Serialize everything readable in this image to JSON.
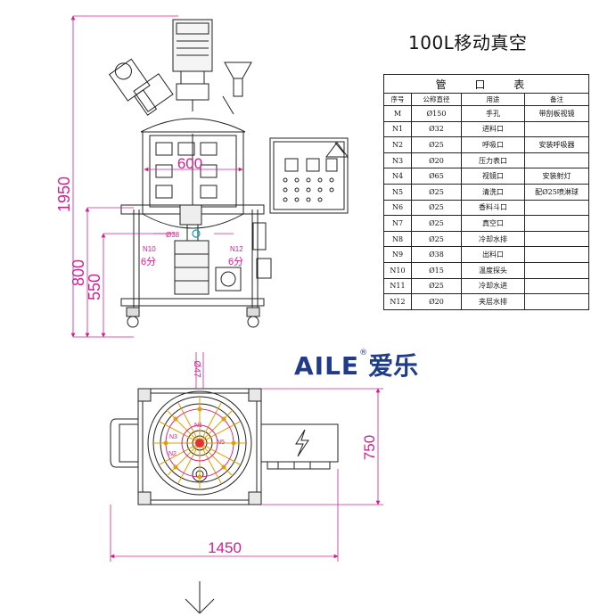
{
  "title": "100L移动真空",
  "table": {
    "caption": "管 口 表",
    "headers": [
      "序号",
      "公称直径",
      "用途",
      "备注"
    ],
    "rows": [
      [
        "M",
        "Ø150",
        "手孔",
        "带刮板视镜"
      ],
      [
        "N1",
        "Ø32",
        "进料口",
        ""
      ],
      [
        "N2",
        "Ø25",
        "呼吸口",
        "安装呼吸器"
      ],
      [
        "N3",
        "Ø20",
        "压力表口",
        ""
      ],
      [
        "N4",
        "Ø65",
        "视镜口",
        "安装射灯"
      ],
      [
        "N5",
        "Ø25",
        "清洗口",
        "配Ø25喷淋球"
      ],
      [
        "N6",
        "Ø25",
        "香料斗口",
        ""
      ],
      [
        "N7",
        "Ø25",
        "真空口",
        ""
      ],
      [
        "N8",
        "Ø25",
        "冷却水排",
        ""
      ],
      [
        "N9",
        "Ø38",
        "出料口",
        ""
      ],
      [
        "N10",
        "Ø15",
        "温度探头",
        ""
      ],
      [
        "N11",
        "Ø25",
        "冷却水进",
        ""
      ],
      [
        "N12",
        "Ø20",
        "夹层水排",
        ""
      ]
    ]
  },
  "logo": {
    "latin": "AILE",
    "registered": "®",
    "chinese": "爱乐",
    "color": "#1f3b8a"
  },
  "dimensions": {
    "height_total": "1950",
    "height_frame": "800",
    "height_outlet": "550",
    "vessel_diameter": "600",
    "plan_depth": "750",
    "plan_width": "1450",
    "nozzle_label": "Ø47"
  },
  "nozzle_labels": {
    "front_left": "N10",
    "front_left_sub": "6分",
    "front_mid": "Ø38",
    "front_right": "N12",
    "front_right_sub": "6分",
    "plan_n3": "N3",
    "plan_n1": "N1",
    "plan_n2": "N2",
    "plan_n5": "N5"
  },
  "colors": {
    "dimension": "#d02090",
    "drawing": "#222222",
    "marker": "#e0a000",
    "accent": "#00a0c0"
  }
}
